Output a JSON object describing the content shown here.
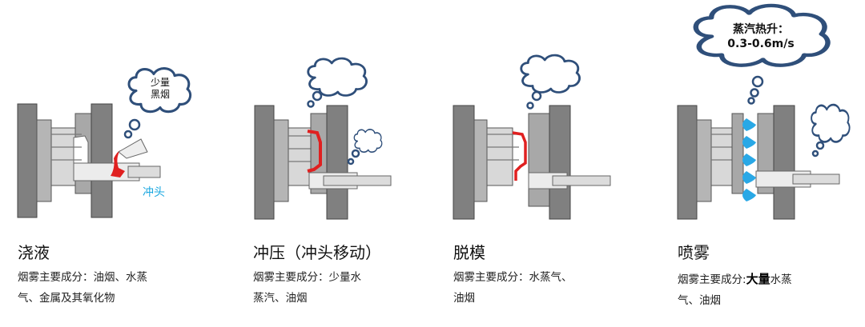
{
  "steps": [
    {
      "title": "浇液",
      "desc_line1": "烟雾主要成分：油烟、水蒸",
      "desc_line2": "气、金属及其氧化物",
      "cloud_text_1": "少量",
      "cloud_text_2": "黑烟",
      "punch_label": "冲头"
    },
    {
      "title": "冲压（冲头移动）",
      "desc_line1": "烟雾主要成分：少量水",
      "desc_line2": "蒸汽、油烟"
    },
    {
      "title": "脱模",
      "desc_line1": "烟雾主要成分：水蒸气、",
      "desc_line2": "油烟"
    },
    {
      "title": "喷雾",
      "desc_prefix": "烟雾主要成分:",
      "desc_bold": "大量",
      "desc_suffix": "水蒸",
      "desc_line2": "气、油烟",
      "cloud_text_1": "蒸汽热升：",
      "cloud_text_2": "0.3-0.6m/s"
    }
  ],
  "colors": {
    "machine_gray": "#808080",
    "machine_dark": "#5a5a5a",
    "machine_light": "#cfcfcf",
    "molten": "#e02020",
    "cloud_stroke": "#2f4f7a",
    "spray_blue": "#29a8e6",
    "label_blue": "#1aa7e0"
  }
}
